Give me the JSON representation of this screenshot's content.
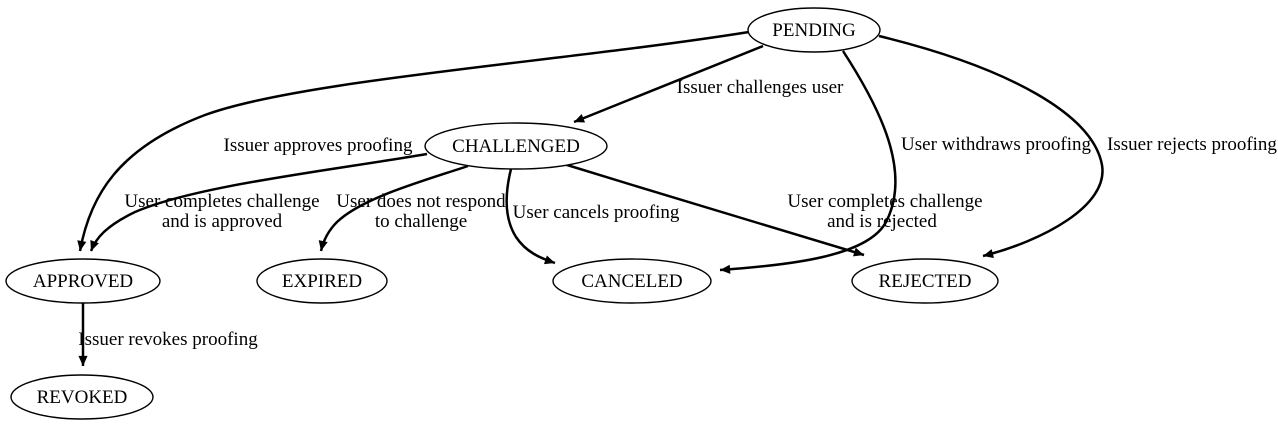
{
  "diagram": {
    "type": "state-transition-graph",
    "colors": {
      "background": "#ffffff",
      "node_fill": "#ffffff",
      "stroke": "#000000",
      "text": "#000000"
    },
    "nodes": [
      {
        "id": "pending",
        "label": "PENDING"
      },
      {
        "id": "challenged",
        "label": "CHALLENGED"
      },
      {
        "id": "approved",
        "label": "APPROVED"
      },
      {
        "id": "expired",
        "label": "EXPIRED"
      },
      {
        "id": "canceled",
        "label": "CANCELED"
      },
      {
        "id": "rejected",
        "label": "REJECTED"
      },
      {
        "id": "revoked",
        "label": "REVOKED"
      }
    ],
    "edges": [
      {
        "from": "PENDING",
        "to": "CHALLENGED",
        "label_lines": [
          "Issuer challenges user"
        ]
      },
      {
        "from": "PENDING",
        "to": "APPROVED",
        "label_lines": [
          "Issuer approves proofing"
        ]
      },
      {
        "from": "PENDING",
        "to": "CANCELED",
        "label_lines": [
          "User withdraws proofing"
        ]
      },
      {
        "from": "PENDING",
        "to": "REJECTED",
        "label_lines": [
          "Issuer rejects proofing"
        ]
      },
      {
        "from": "CHALLENGED",
        "to": "APPROVED",
        "label_lines": [
          "User completes challenge",
          "and is approved"
        ]
      },
      {
        "from": "CHALLENGED",
        "to": "EXPIRED",
        "label_lines": [
          "User does not respond",
          "to challenge"
        ]
      },
      {
        "from": "CHALLENGED",
        "to": "CANCELED",
        "label_lines": [
          "User cancels proofing"
        ]
      },
      {
        "from": "CHALLENGED",
        "to": "REJECTED",
        "label_lines": [
          "User completes challenge",
          "and is rejected"
        ]
      },
      {
        "from": "APPROVED",
        "to": "REVOKED",
        "label_lines": [
          "Issuer revokes proofing"
        ]
      }
    ]
  }
}
